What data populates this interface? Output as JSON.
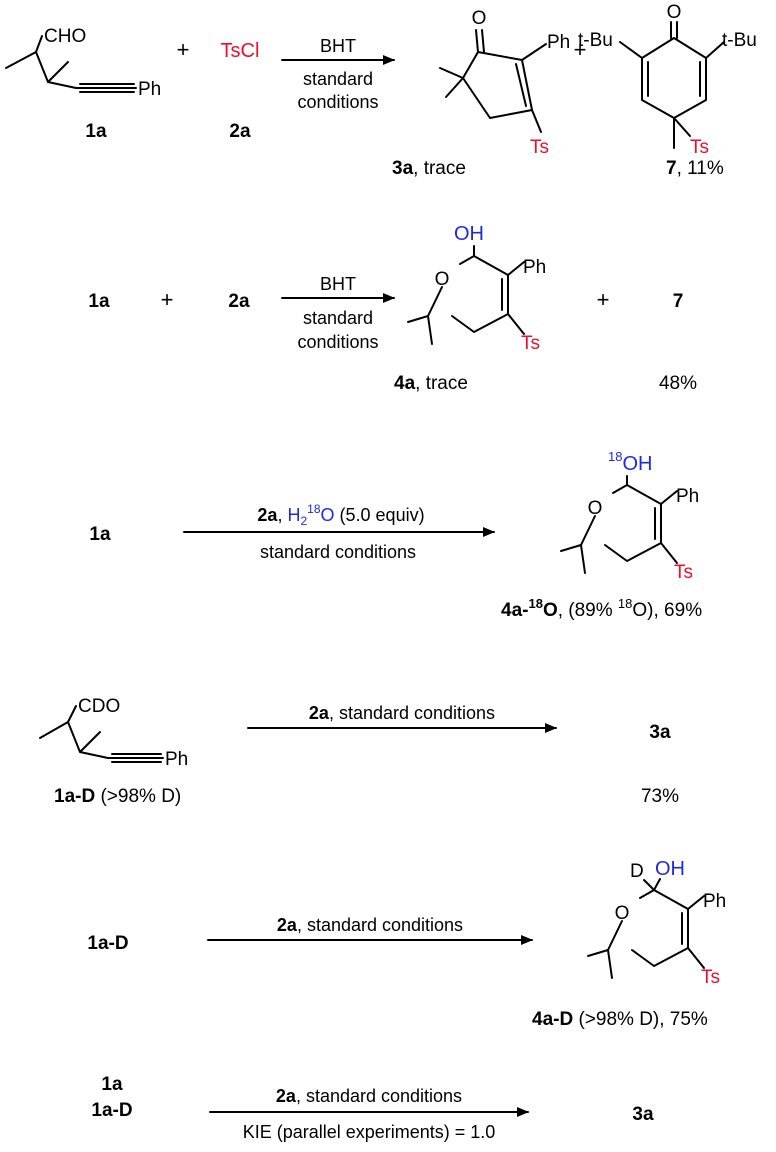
{
  "r1": {
    "sm_label": "1a",
    "sm_cho": "CHO",
    "sm_ph": "Ph",
    "plus1": "+",
    "reagent": "TsCl",
    "reagent_label": "2a",
    "arrow_top": "BHT",
    "arrow_bottom_1": "standard",
    "arrow_bottom_2": "conditions",
    "p1_o": "O",
    "p1_ph": "Ph",
    "p1_ts": "Ts",
    "p1_label": "3a",
    "p1_yield": ", trace",
    "plus2": "+",
    "p2_o": "O",
    "p2_tbu_left": "t-Bu",
    "p2_tbu_right": "t-Bu",
    "p2_ts": "Ts",
    "p2_label": "7",
    "p2_yield": ", 11%"
  },
  "r2": {
    "sm1": "1a",
    "plus1": "+",
    "sm2": "2a",
    "arrow_top": "BHT",
    "arrow_bottom_1": "standard",
    "arrow_bottom_2": "conditions",
    "p_oh": "OH",
    "p_o": "O",
    "p_ph": "Ph",
    "p_ts": "Ts",
    "p_label": "4a",
    "p_yield": ", trace",
    "plus2": "+",
    "p2_label": "7",
    "p2_yield": "48%"
  },
  "r3": {
    "sm": "1a",
    "arrow_top_bold": "2a",
    "arrow_top_sep": ", ",
    "arrow_top_h": "H",
    "arrow_top_2": "2",
    "arrow_top_18": "18",
    "arrow_top_o": "O",
    "arrow_top_equiv": " (5.0 equiv)",
    "arrow_bottom": "standard conditions",
    "p_18": "18",
    "p_oh": "OH",
    "p_o": "O",
    "p_ph": "Ph",
    "p_ts": "Ts",
    "p_label": "4a-",
    "p_label_sup": "18",
    "p_label_o": "O",
    "p_yield_1": ", (89% ",
    "p_yield_sup": "18",
    "p_yield_2": "O), 69%"
  },
  "r4": {
    "sm_cdo": "CDO",
    "sm_ph": "Ph",
    "sm_label": "1a-D",
    "sm_note": " (>98% D)",
    "arrow_bold": "2a",
    "arrow_rest": ", standard conditions",
    "p_label": "3a",
    "p_yield": "73%"
  },
  "r5": {
    "sm": "1a-D",
    "arrow_bold": "2a",
    "arrow_rest": ", standard conditions",
    "p_d": "D",
    "p_oh": "OH",
    "p_o": "O",
    "p_ph": "Ph",
    "p_ts": "Ts",
    "p_label": "4a-D",
    "p_yield": " (>98% D), 75%"
  },
  "r6": {
    "sm1": "1a",
    "sm2": "1a-D",
    "arrow_bold": "2a",
    "arrow_rest": ", standard conditions",
    "arrow_bottom": "KIE (parallel experiments) = 1.0",
    "p_label": "3a"
  }
}
